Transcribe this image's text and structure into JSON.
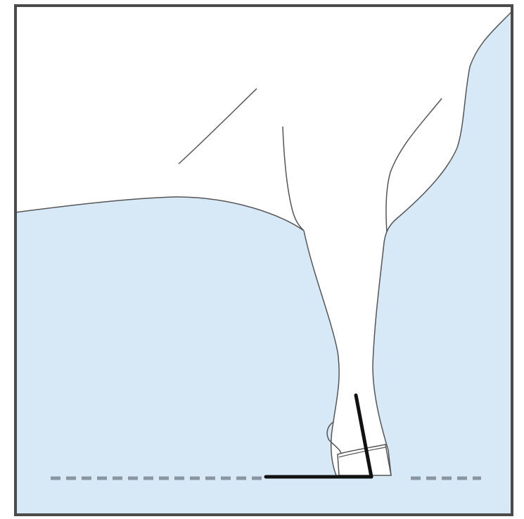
{
  "figure": {
    "frame_color": "#4a4a4a",
    "background_color": "#d7e9f7",
    "body_fill": "#ffffff",
    "outline_color": "#555555",
    "marker_color": "#111111",
    "ground_line_color": "#8a95a0"
  },
  "parts": [
    "body-silhouette",
    "leg-outline",
    "hoof",
    "angle-marker",
    "ground-line"
  ]
}
